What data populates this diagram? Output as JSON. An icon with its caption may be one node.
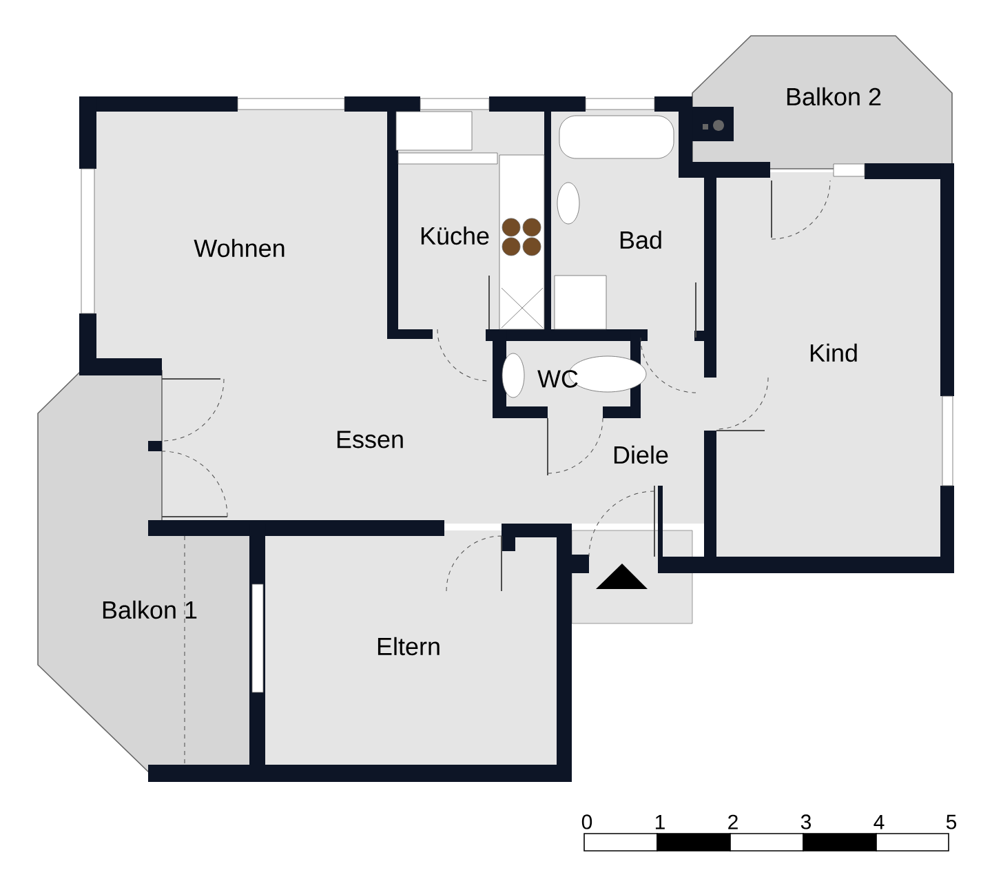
{
  "diagram": {
    "labels": [
      "Balkon 2",
      "Wohnen",
      "Küche",
      "Bad",
      "Kind",
      "WC",
      "Essen",
      "Diele",
      "Balkon 1",
      "Eltern",
      "0",
      "1",
      "2",
      "3",
      "4",
      "5"
    ]
  }
}
